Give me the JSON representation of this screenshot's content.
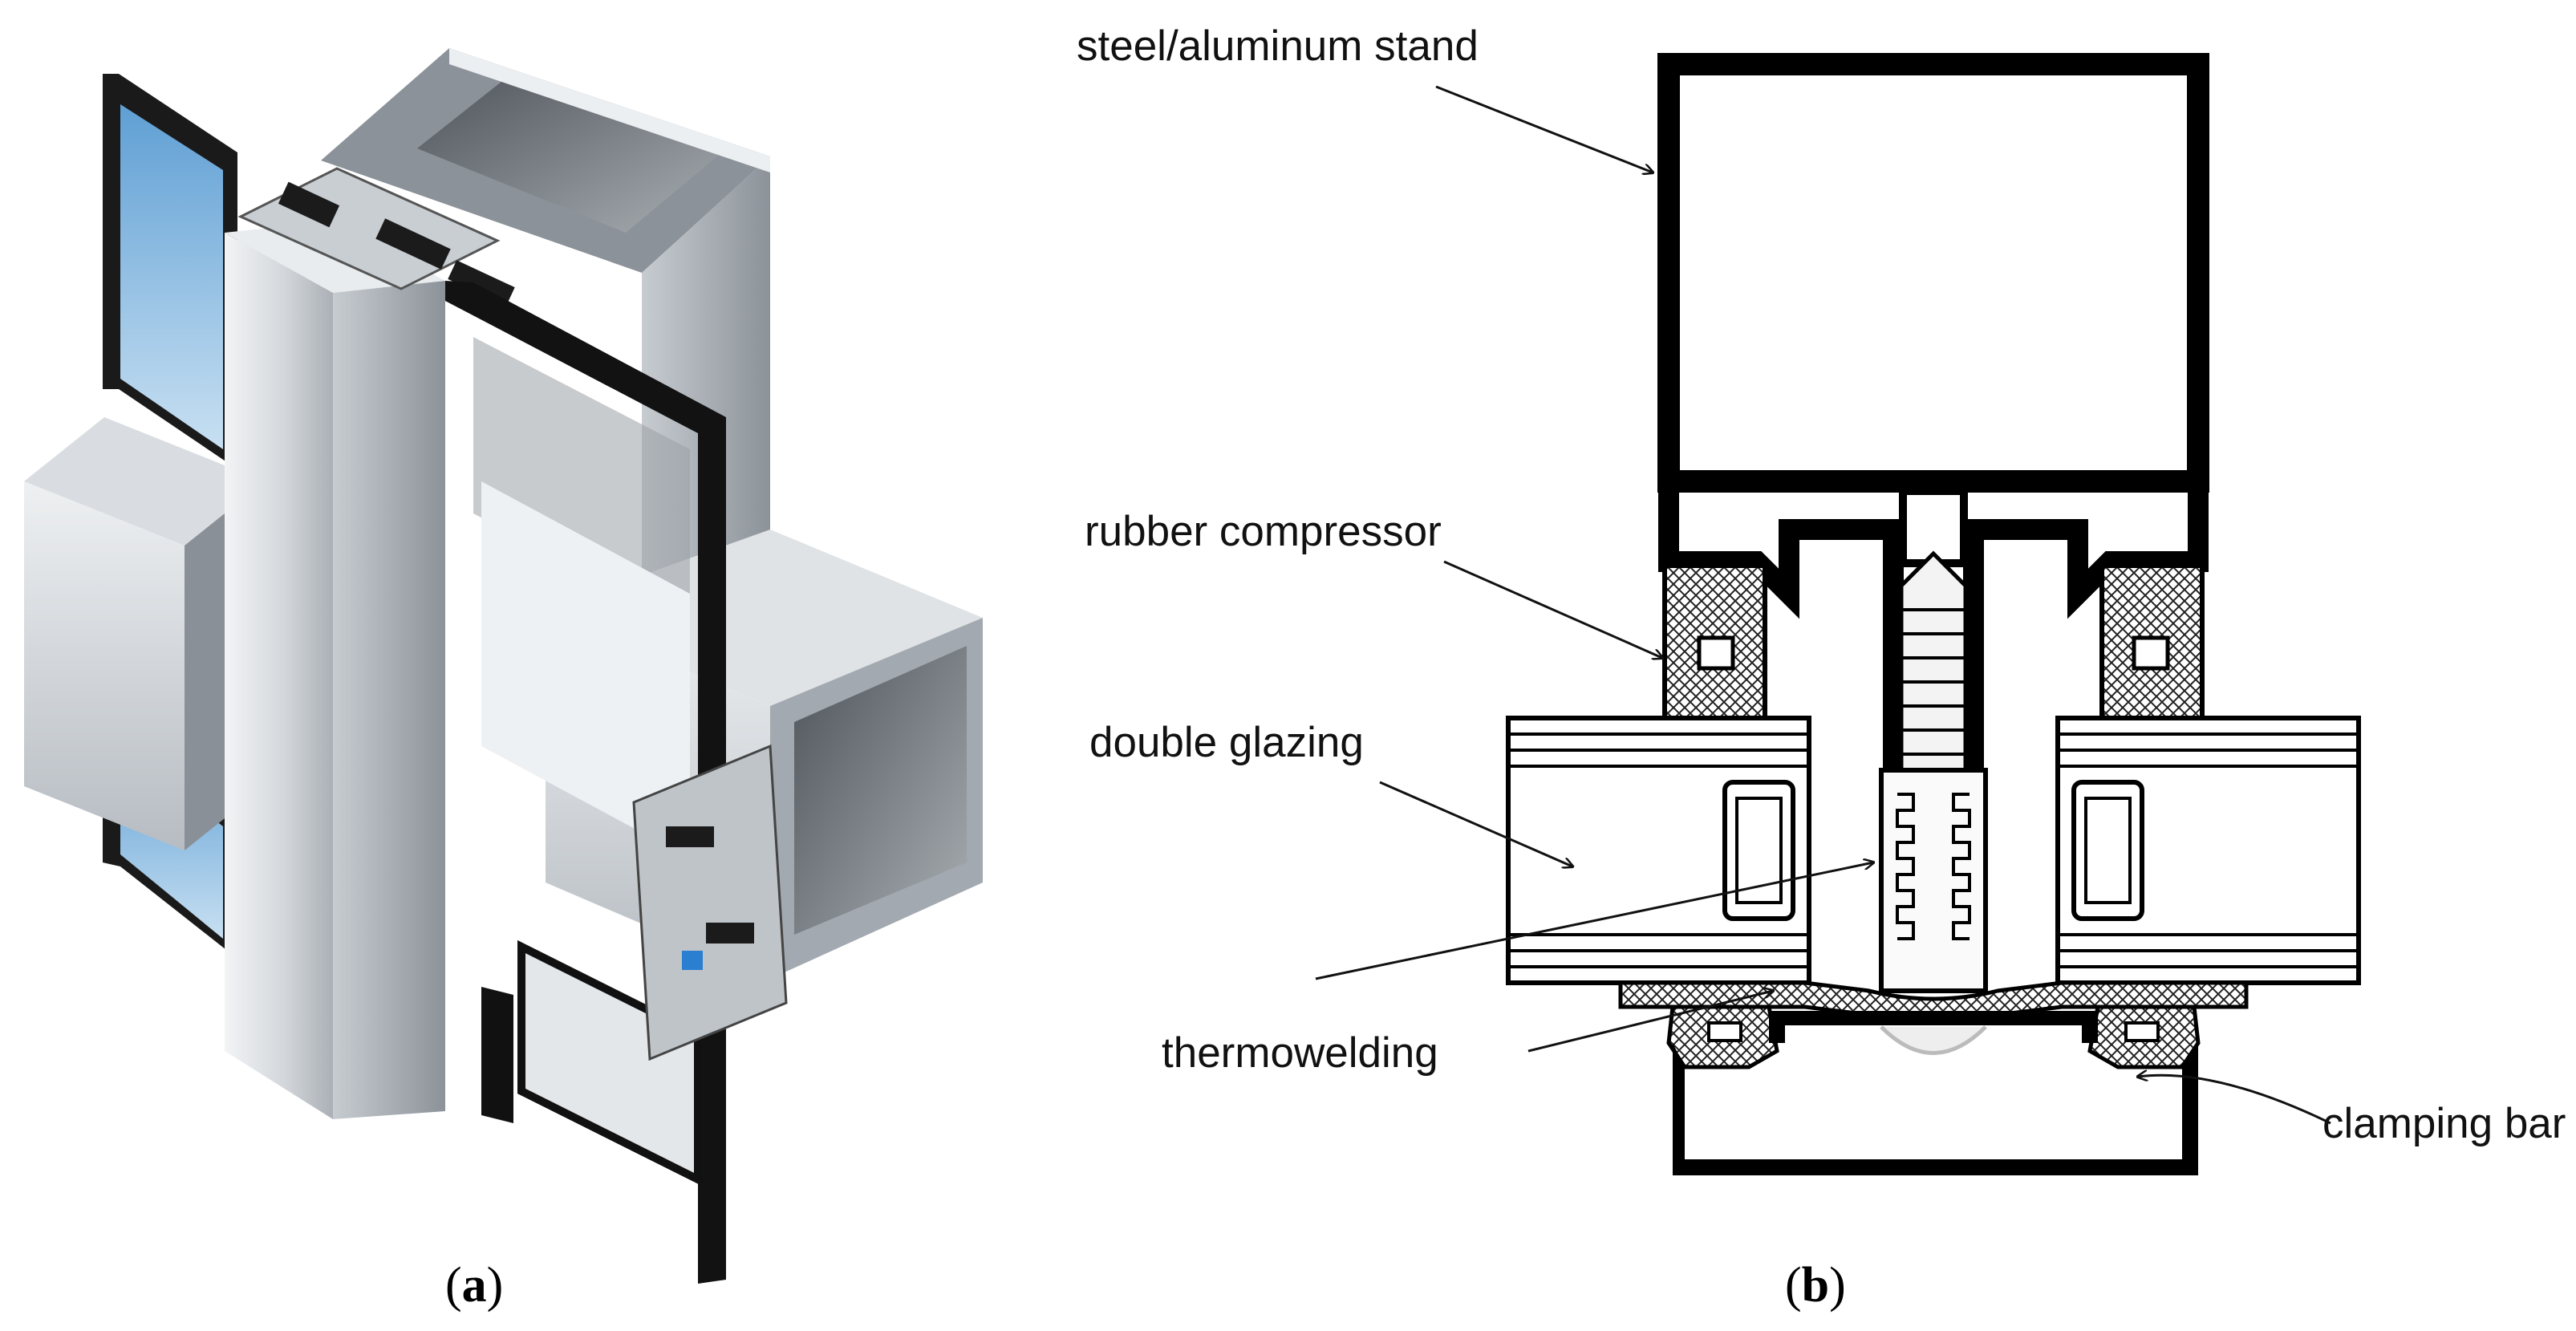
{
  "figure": {
    "panel_a": {
      "caption_open": "(",
      "caption_letter": "a",
      "caption_close": ")"
    },
    "panel_b": {
      "caption_open": "(",
      "caption_letter": "b",
      "caption_close": ")",
      "labels": {
        "stand": "steel/aluminum stand",
        "compressor": "rubber compressor",
        "glazing": "double glazing",
        "weld": "thermowelding",
        "clamp": "clamping bar"
      }
    }
  },
  "colors": {
    "aluminum_light": "#e6e9ec",
    "aluminum_mid": "#b9bec4",
    "aluminum_dark": "#6f757c",
    "glass_blue": "#7fb3dc",
    "frame_black": "#0d0d0d",
    "line": "#111111"
  }
}
